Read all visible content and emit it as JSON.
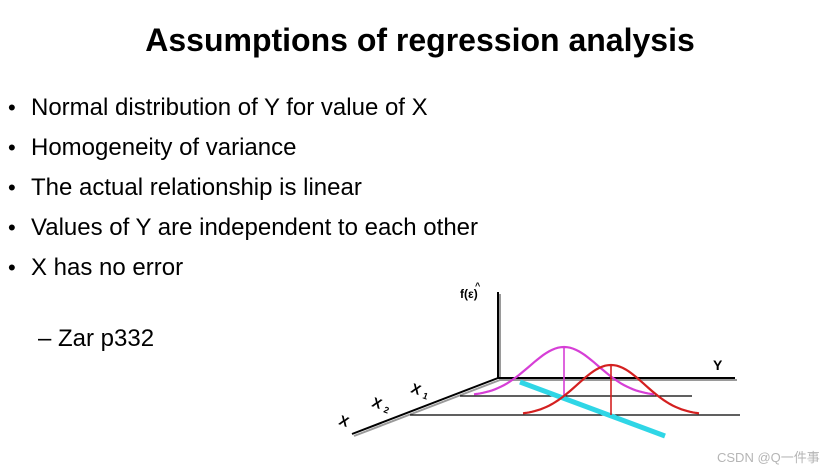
{
  "slide": {
    "title": "Assumptions of regression analysis",
    "bullets": [
      "Normal distribution of Y for value of X",
      "Homogeneity of variance",
      "The actual relationship is linear",
      "Values of Y are independent to each other",
      "X has no error"
    ],
    "bullet_glyph": "•",
    "sub_item": "– Zar p332"
  },
  "figure": {
    "axis_f": "f(ε)",
    "hat": "^",
    "axis_y": "Y",
    "axis_x": "X",
    "label_x1": "X",
    "sub_1": "1",
    "label_x2": "X",
    "sub_2": "2",
    "colors": {
      "curve1": "#d63fd6",
      "curve2": "#d42020",
      "regression_line": "#2fd6e6",
      "axes": "#000000"
    }
  },
  "watermark": "CSDN @Q一件事"
}
